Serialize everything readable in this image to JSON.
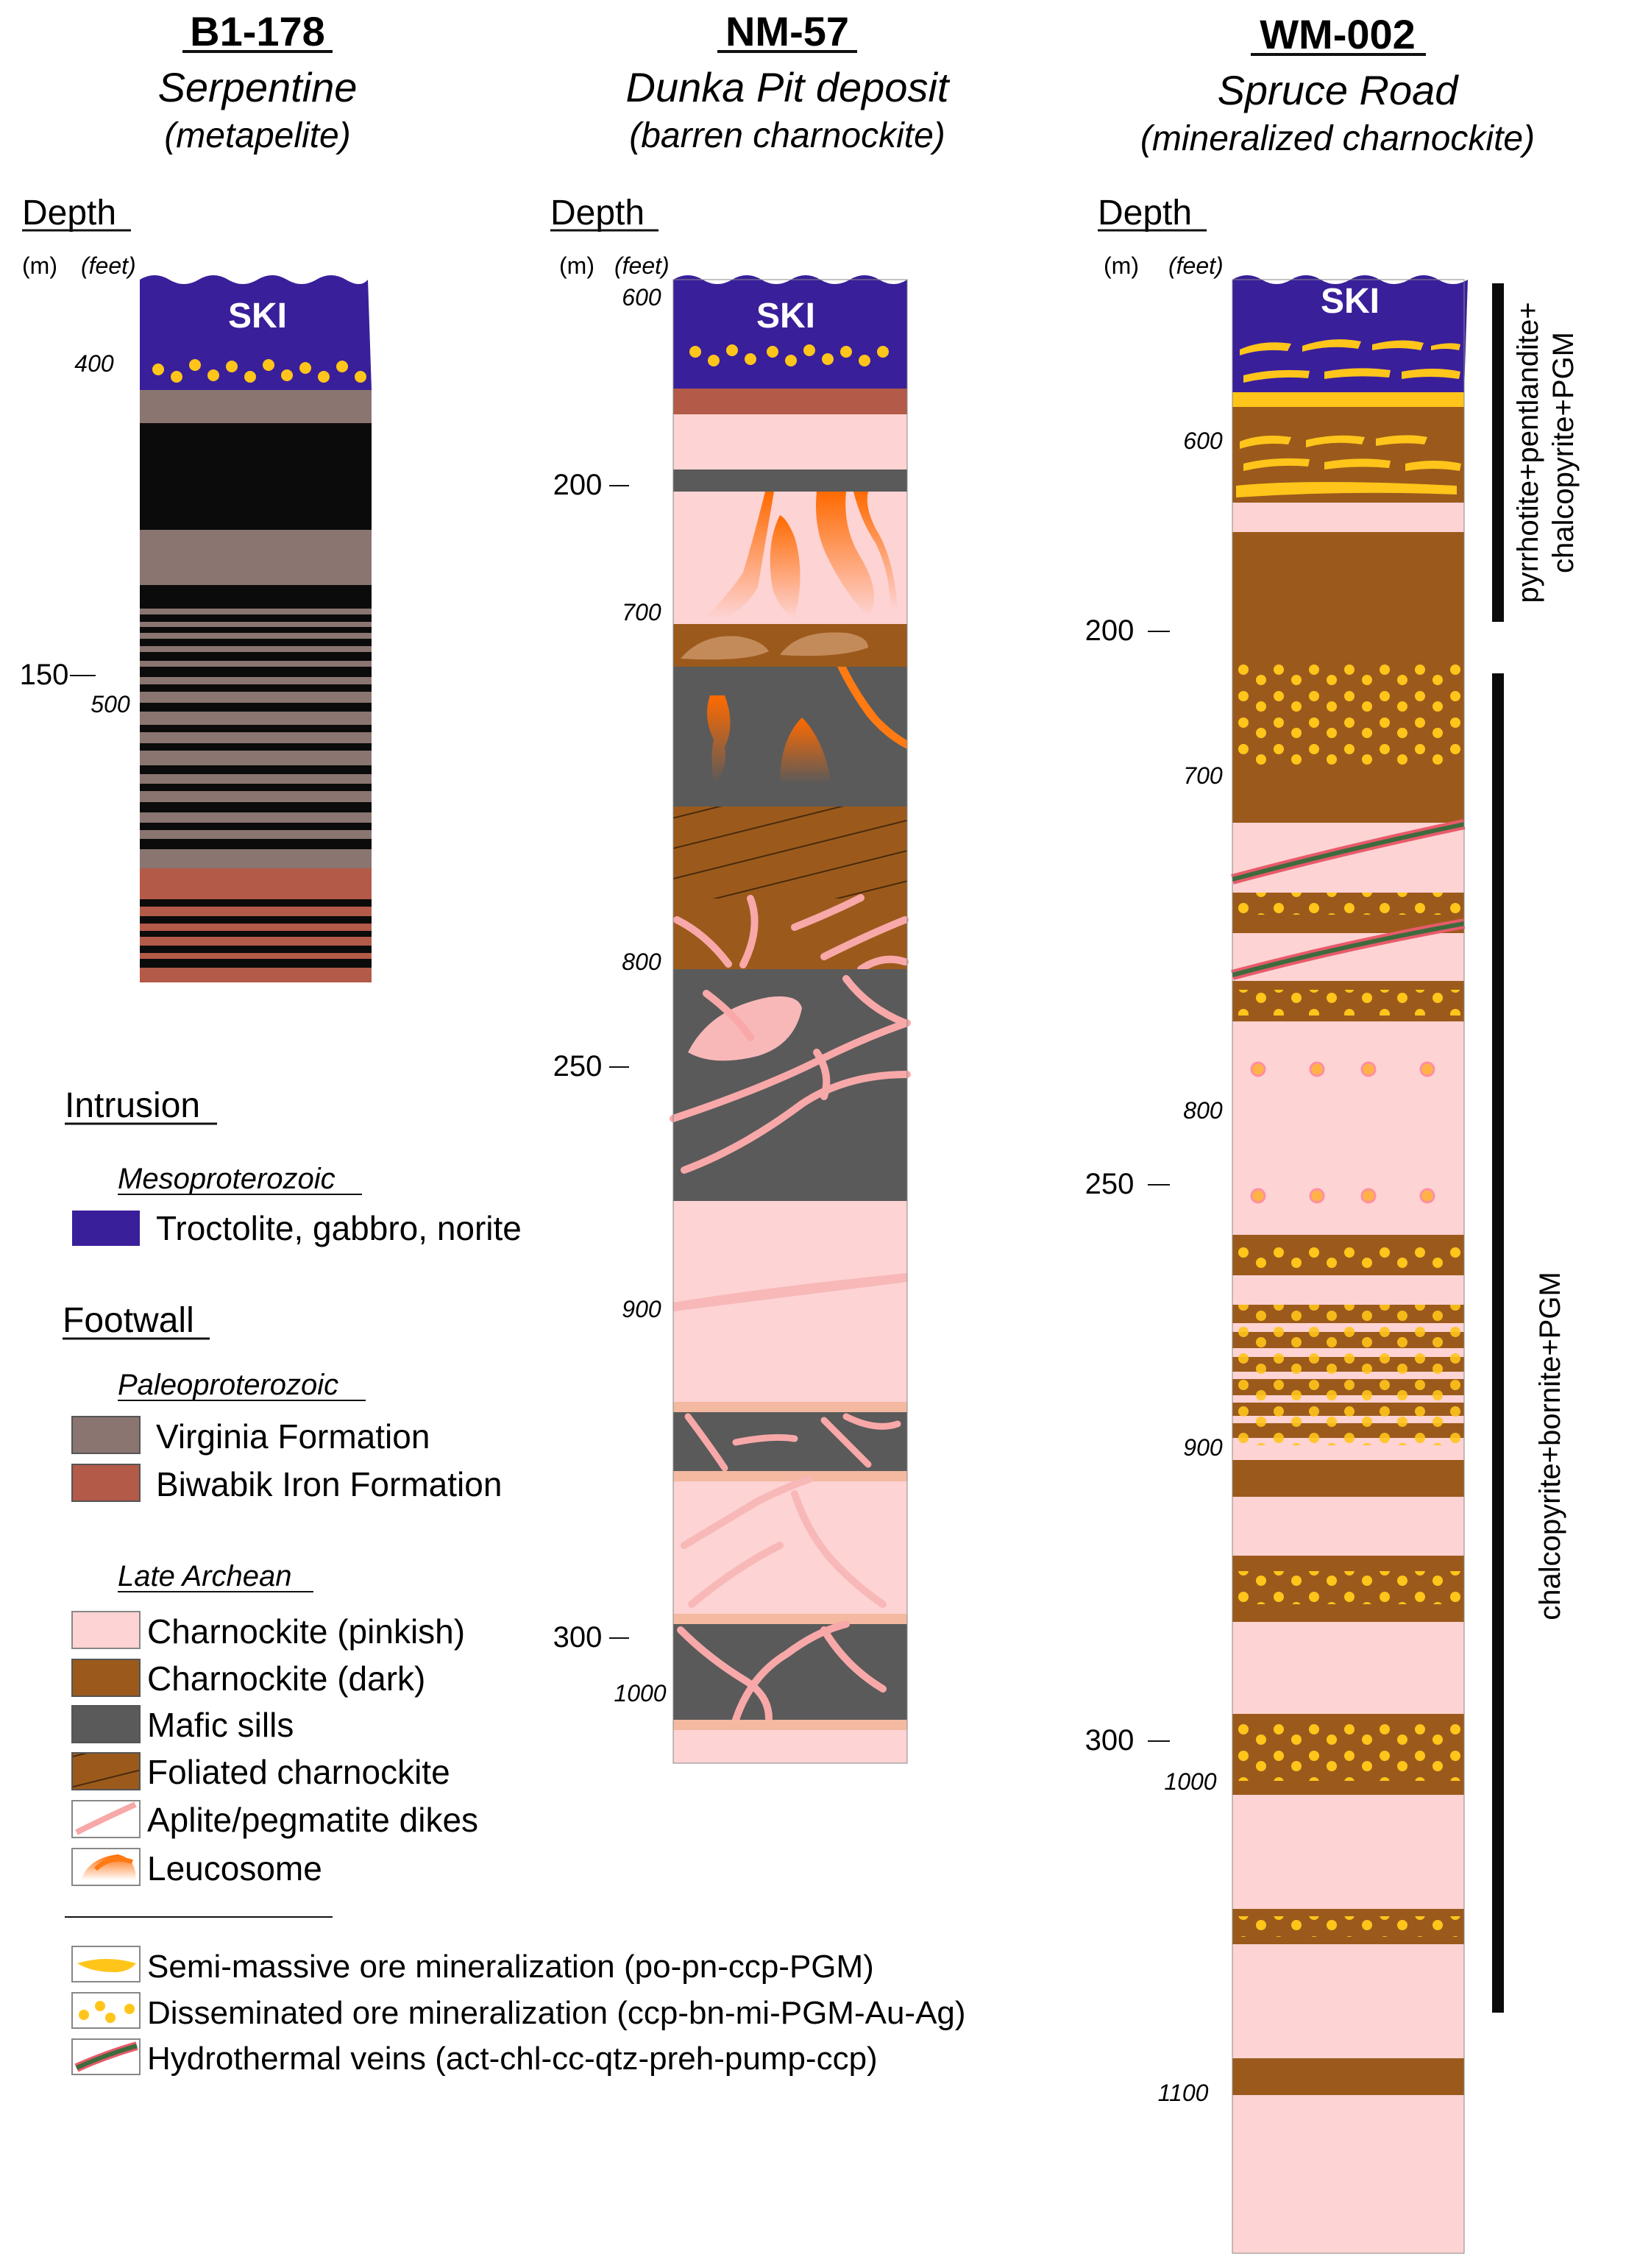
{
  "colors": {
    "ski": "#3a1f9a",
    "virginia": "#8a7570",
    "biwabik": "#b35a48",
    "black": "#0b0b0b",
    "pink": "#fdd3d3",
    "dark": "#9b5a1c",
    "mafic": "#5a5a5a",
    "orange": "#ff7a12",
    "yellow": "#ffc51a",
    "dike": "#f8a8a8",
    "vein_green": "#3d6b3d",
    "vein_red": "#e85a6a"
  },
  "columns": [
    {
      "id": "B1-178",
      "title": "B1-178",
      "subtitle": "Serpentine",
      "note": "(metapelite)"
    },
    {
      "id": "NM-57",
      "title": "NM-57",
      "subtitle": "Dunka Pit deposit",
      "note": "(barren charnockite)"
    },
    {
      "id": "WM-002",
      "title": "WM-002",
      "subtitle": "Spruce Road",
      "note": "(mineralized charnockite)"
    }
  ],
  "depth_label": "Depth",
  "unit_m": "(m)",
  "unit_feet": "(feet)",
  "ski_label": "SKI",
  "b1_ticks": {
    "m": [
      "150"
    ],
    "feet": [
      "400",
      "500"
    ]
  },
  "nm_ticks": {
    "m": [
      "200",
      "250",
      "300"
    ],
    "feet": [
      "600",
      "700",
      "800",
      "900",
      "1000"
    ]
  },
  "wm_ticks": {
    "m": [
      "200",
      "250",
      "300"
    ],
    "feet": [
      "600",
      "700",
      "800",
      "900",
      "1000",
      "1100"
    ]
  },
  "mineral_zones": [
    {
      "label": "pyrrhotite+pentlandite+\nchalcopyrite+PGM",
      "line1": "pyrrhotite+pentlandite+",
      "line2": "chalcopyrite+PGM"
    },
    {
      "label": "chalcopyrite+bornite+PGM"
    }
  ],
  "legend": {
    "intrusion_heading": "Intrusion",
    "meso_heading": "Mesoproterozoic",
    "troctolite": "Troctolite, gabbro, norite",
    "footwall_heading": "Footwall",
    "paleo_heading": "Paleoproterozoic",
    "virginia": "Virginia Formation",
    "biwabik": "Biwabik Iron Formation",
    "archean_heading": "Late Archean",
    "charn_pink": "Charnockite (pinkish)",
    "charn_dark": "Charnockite (dark)",
    "mafic": "Mafic sills",
    "foliated": "Foliated charnockite",
    "aplite": "Aplite/pegmatite dikes",
    "leucosome": "Leucosome",
    "semi_massive": "Semi-massive ore mineralization (po-pn-ccp-PGM)",
    "disseminated": "Disseminated ore mineralization (ccp-bn-mi-PGM-Au-Ag)",
    "hydrothermal": "Hydrothermal veins (act-chl-cc-qtz-preh-pump-ccp)"
  }
}
